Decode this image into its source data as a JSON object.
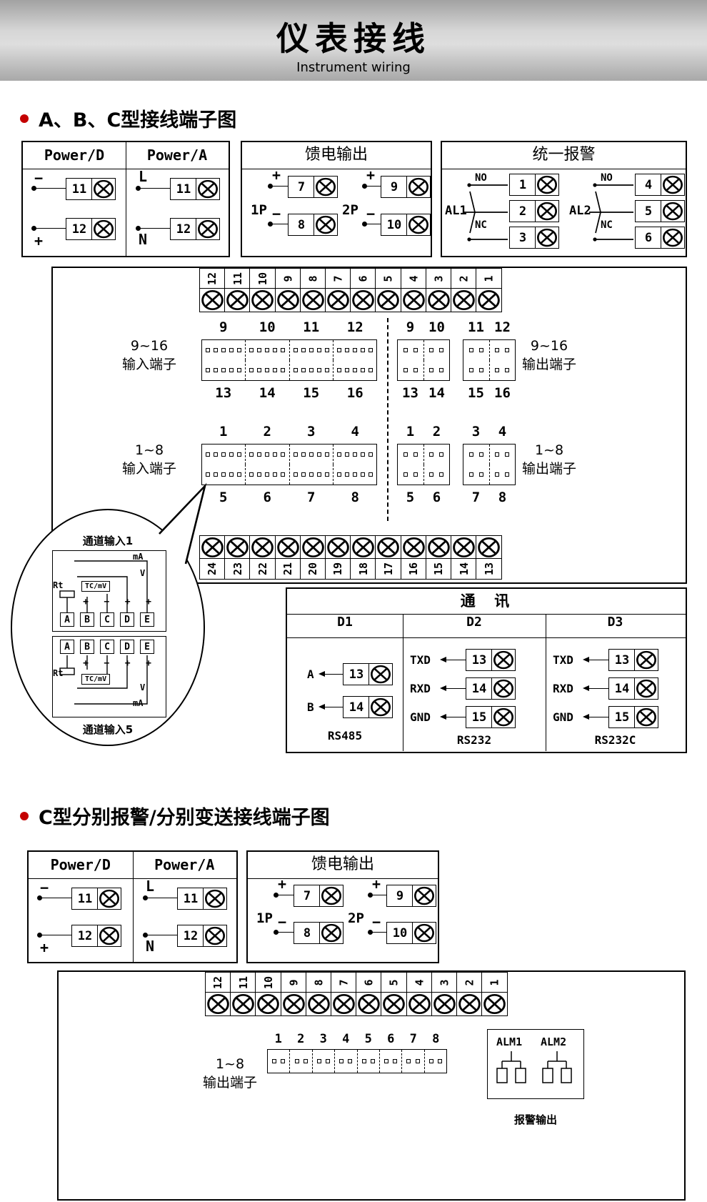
{
  "header": {
    "title": "仪表接线",
    "subtitle": "Instrument wiring"
  },
  "sections": {
    "s1_heading": "A、B、C型接线端子图",
    "s2_heading": "C型分别报警/分别变送接线端子图"
  },
  "power_box": {
    "col_d": "Power/D",
    "col_a": "Power/A",
    "d_rows": [
      {
        "sign": "−",
        "num": "11"
      },
      {
        "sign": "+",
        "num": "12"
      }
    ],
    "a_rows": [
      {
        "sign": "L",
        "num": "11"
      },
      {
        "sign": "N",
        "num": "12"
      }
    ]
  },
  "feed_box": {
    "title": "馈电输出",
    "groups": [
      {
        "label": "1P",
        "rows": [
          {
            "sign": "+",
            "num": "7"
          },
          {
            "sign": "−",
            "num": "8"
          }
        ]
      },
      {
        "label": "2P",
        "rows": [
          {
            "sign": "+",
            "num": "9"
          },
          {
            "sign": "−",
            "num": "10"
          }
        ]
      }
    ]
  },
  "alarm_box": {
    "title": "统一报警",
    "groups": [
      {
        "label": "AL1",
        "no": "NO",
        "nc": "NC",
        "nums": [
          "1",
          "2",
          "3"
        ]
      },
      {
        "label": "AL2",
        "no": "NO",
        "nc": "NC",
        "nums": [
          "4",
          "5",
          "6"
        ]
      }
    ]
  },
  "board1": {
    "top_strip": [
      "12",
      "11",
      "10",
      "9",
      "8",
      "7",
      "6",
      "5",
      "4",
      "3",
      "2",
      "1"
    ],
    "bottom_strip": [
      "24",
      "23",
      "22",
      "21",
      "20",
      "19",
      "18",
      "17",
      "16",
      "15",
      "14",
      "13"
    ],
    "row916": {
      "in_l1": "9~16",
      "in_l2": "输入端子",
      "in_top": [
        "9",
        "10",
        "11",
        "12"
      ],
      "in_bot": [
        "13",
        "14",
        "15",
        "16"
      ],
      "outA_top": [
        "9",
        "10"
      ],
      "outA_bot": [
        "13",
        "14"
      ],
      "outB_top": [
        "11",
        "12"
      ],
      "outB_bot": [
        "15",
        "16"
      ],
      "out_l1": "9~16",
      "out_l2": "输出端子"
    },
    "row18": {
      "in_l1": "1~8",
      "in_l2": "输入端子",
      "in_top": [
        "1",
        "2",
        "3",
        "4"
      ],
      "in_bot": [
        "5",
        "6",
        "7",
        "8"
      ],
      "outA_top": [
        "1",
        "2"
      ],
      "outA_bot": [
        "5",
        "6"
      ],
      "outB_top": [
        "3",
        "4"
      ],
      "outB_bot": [
        "7",
        "8"
      ],
      "out_l1": "1~8",
      "out_l2": "输出端子"
    }
  },
  "callout": {
    "label_top": "通道输入1",
    "label_bottom": "通道输入5",
    "ch1": {
      "ma": "mA",
      "v": "V",
      "rt": "Rt",
      "tc": "TC/mV",
      "signs": [
        "+",
        "−",
        "+",
        "+"
      ],
      "terminals": [
        "A",
        "B",
        "C",
        "D",
        "E"
      ]
    },
    "ch5": {
      "ma": "mA",
      "v": "V",
      "rt": "Rt",
      "tc": "TC/mV",
      "signs": [
        "+",
        "−",
        "+",
        "+"
      ],
      "terminals": [
        "A",
        "B",
        "C",
        "D",
        "E"
      ]
    }
  },
  "comm_box": {
    "title": "通  讯",
    "cols": [
      {
        "name": "D1",
        "type": "RS485",
        "rows": [
          {
            "label": "A",
            "num": "13"
          },
          {
            "label": "B",
            "num": "14"
          }
        ]
      },
      {
        "name": "D2",
        "type": "RS232",
        "rows": [
          {
            "label": "TXD",
            "num": "13"
          },
          {
            "label": "RXD",
            "num": "14"
          },
          {
            "label": "GND",
            "num": "15"
          }
        ]
      },
      {
        "name": "D3",
        "type": "RS232C",
        "rows": [
          {
            "label": "TXD",
            "num": "13"
          },
          {
            "label": "RXD",
            "num": "14"
          },
          {
            "label": "GND",
            "num": "15"
          }
        ]
      }
    ]
  },
  "board2": {
    "top_strip": [
      "12",
      "11",
      "10",
      "9",
      "8",
      "7",
      "6",
      "5",
      "4",
      "3",
      "2",
      "1"
    ],
    "out_l1": "1~8",
    "out_l2": "输出端子",
    "out_nums": [
      "1",
      "2",
      "3",
      "4",
      "5",
      "6",
      "7",
      "8"
    ],
    "alm": {
      "a1": "ALM1",
      "a2": "ALM2",
      "label": "报警输出"
    }
  },
  "colors": {
    "accent_red": "#c40000",
    "line": "#000000"
  }
}
